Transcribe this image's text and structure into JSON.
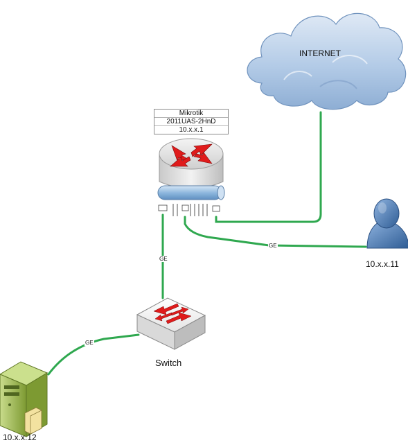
{
  "router": {
    "label_lines": [
      "Mikrotik",
      "2011UAS-2HnD",
      "10.x.x.1"
    ]
  },
  "cloud": {
    "label": "INTERNET"
  },
  "switch": {
    "label": "Switch"
  },
  "user": {
    "label": "10.x.x.11"
  },
  "server": {
    "label": "10.x.x.12"
  },
  "links": {
    "router_switch": "GE",
    "router_user": "GE",
    "switch_server": "GE"
  },
  "colors": {
    "link": "#2fa84f",
    "router_arrows": "#e01b1b",
    "bus_blue": "#8fb8de",
    "user_blue": "#3d6ea8",
    "server_green": "#9fbf4a",
    "cloud_blue": "#a9c4e3"
  },
  "icons": [
    "router-icon",
    "cloud-icon",
    "switch-icon",
    "user-icon",
    "server-icon"
  ]
}
